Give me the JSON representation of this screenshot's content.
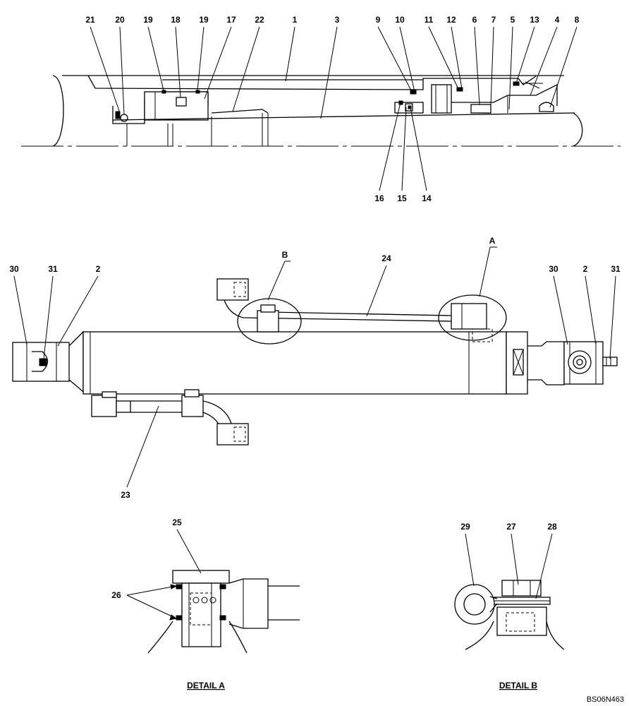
{
  "callouts_top": [
    "21",
    "20",
    "19",
    "18",
    "19",
    "17",
    "22",
    "1",
    "3",
    "9",
    "10",
    "11",
    "12",
    "6",
    "7",
    "5",
    "13",
    "4",
    "8"
  ],
  "callouts_top_bottom": [
    "16",
    "15",
    "14"
  ],
  "callouts_mid": [
    "30",
    "31",
    "2",
    "B",
    "24",
    "A",
    "30",
    "2",
    "31",
    "23"
  ],
  "detail_a": {
    "caption": "DETAIL  A",
    "labels": [
      "25",
      "26"
    ]
  },
  "detail_b": {
    "caption": "DETAIL  B",
    "labels": [
      "29",
      "27",
      "28"
    ]
  },
  "drawing_code": "BS06N463"
}
